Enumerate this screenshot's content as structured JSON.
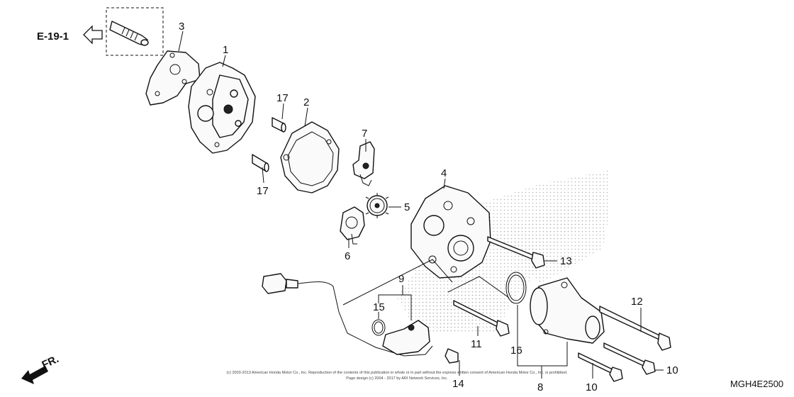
{
  "reference": {
    "code": "E-19-1",
    "arrow": "hollow-left-arrow-icon"
  },
  "diagram_code": "MGH4E2500",
  "front_indicator": {
    "label": "FR.",
    "arrow": "diagonal-arrow-icon"
  },
  "copyright": {
    "line1": "(c) 2003-2013 American Honda Motor Co., Inc. Reproduction of the contents of this publication in whole or in part without the express written consent of American Honda Motor Co., Inc. is prohibited.",
    "line2": "Page design (c) 2004 - 2017 by ARI Network Services, Inc."
  },
  "callouts": {
    "c1": "1",
    "c2": "2",
    "c3": "3",
    "c4": "4",
    "c5": "5",
    "c6": "6",
    "c7": "7",
    "c8": "8",
    "c9": "9",
    "c10a": "10",
    "c10b": "10",
    "c11": "11",
    "c12": "12",
    "c13": "13",
    "c14": "14",
    "c15": "15",
    "c16": "16",
    "c17a": "17",
    "c17b": "17"
  },
  "colors": {
    "ink": "#111111",
    "stipple": "#bdbdbd",
    "background": "#ffffff"
  }
}
